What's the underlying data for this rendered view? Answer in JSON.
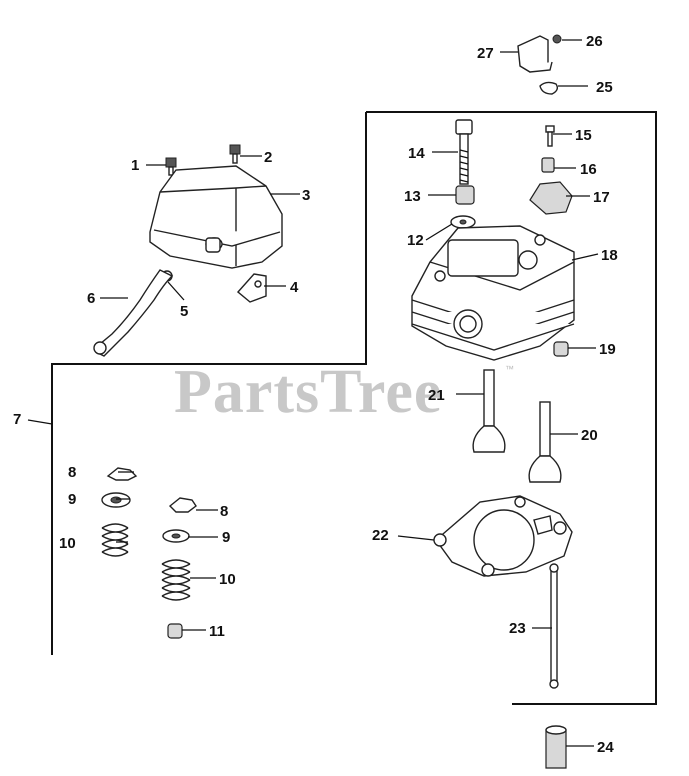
{
  "watermark": {
    "text": "PartsTree",
    "trademark": "™"
  },
  "callouts": [
    {
      "id": "c1",
      "text": "1"
    },
    {
      "id": "c2",
      "text": "2"
    },
    {
      "id": "c3",
      "text": "3"
    },
    {
      "id": "c4",
      "text": "4"
    },
    {
      "id": "c5",
      "text": "5"
    },
    {
      "id": "c6",
      "text": "6"
    },
    {
      "id": "c7",
      "text": "7"
    },
    {
      "id": "c8a",
      "text": "8"
    },
    {
      "id": "c8b",
      "text": "8"
    },
    {
      "id": "c9a",
      "text": "9"
    },
    {
      "id": "c9b",
      "text": "9"
    },
    {
      "id": "c10a",
      "text": "10"
    },
    {
      "id": "c10b",
      "text": "10"
    },
    {
      "id": "c11",
      "text": "11"
    },
    {
      "id": "c12",
      "text": "12"
    },
    {
      "id": "c13",
      "text": "13"
    },
    {
      "id": "c14",
      "text": "14"
    },
    {
      "id": "c15",
      "text": "15"
    },
    {
      "id": "c16",
      "text": "16"
    },
    {
      "id": "c17",
      "text": "17"
    },
    {
      "id": "c18",
      "text": "18"
    },
    {
      "id": "c19",
      "text": "19"
    },
    {
      "id": "c20",
      "text": "20"
    },
    {
      "id": "c21",
      "text": "21"
    },
    {
      "id": "c22",
      "text": "22"
    },
    {
      "id": "c23",
      "text": "23"
    },
    {
      "id": "c24",
      "text": "24"
    },
    {
      "id": "c25",
      "text": "25"
    },
    {
      "id": "c26",
      "text": "26"
    },
    {
      "id": "c27",
      "text": "27"
    }
  ]
}
